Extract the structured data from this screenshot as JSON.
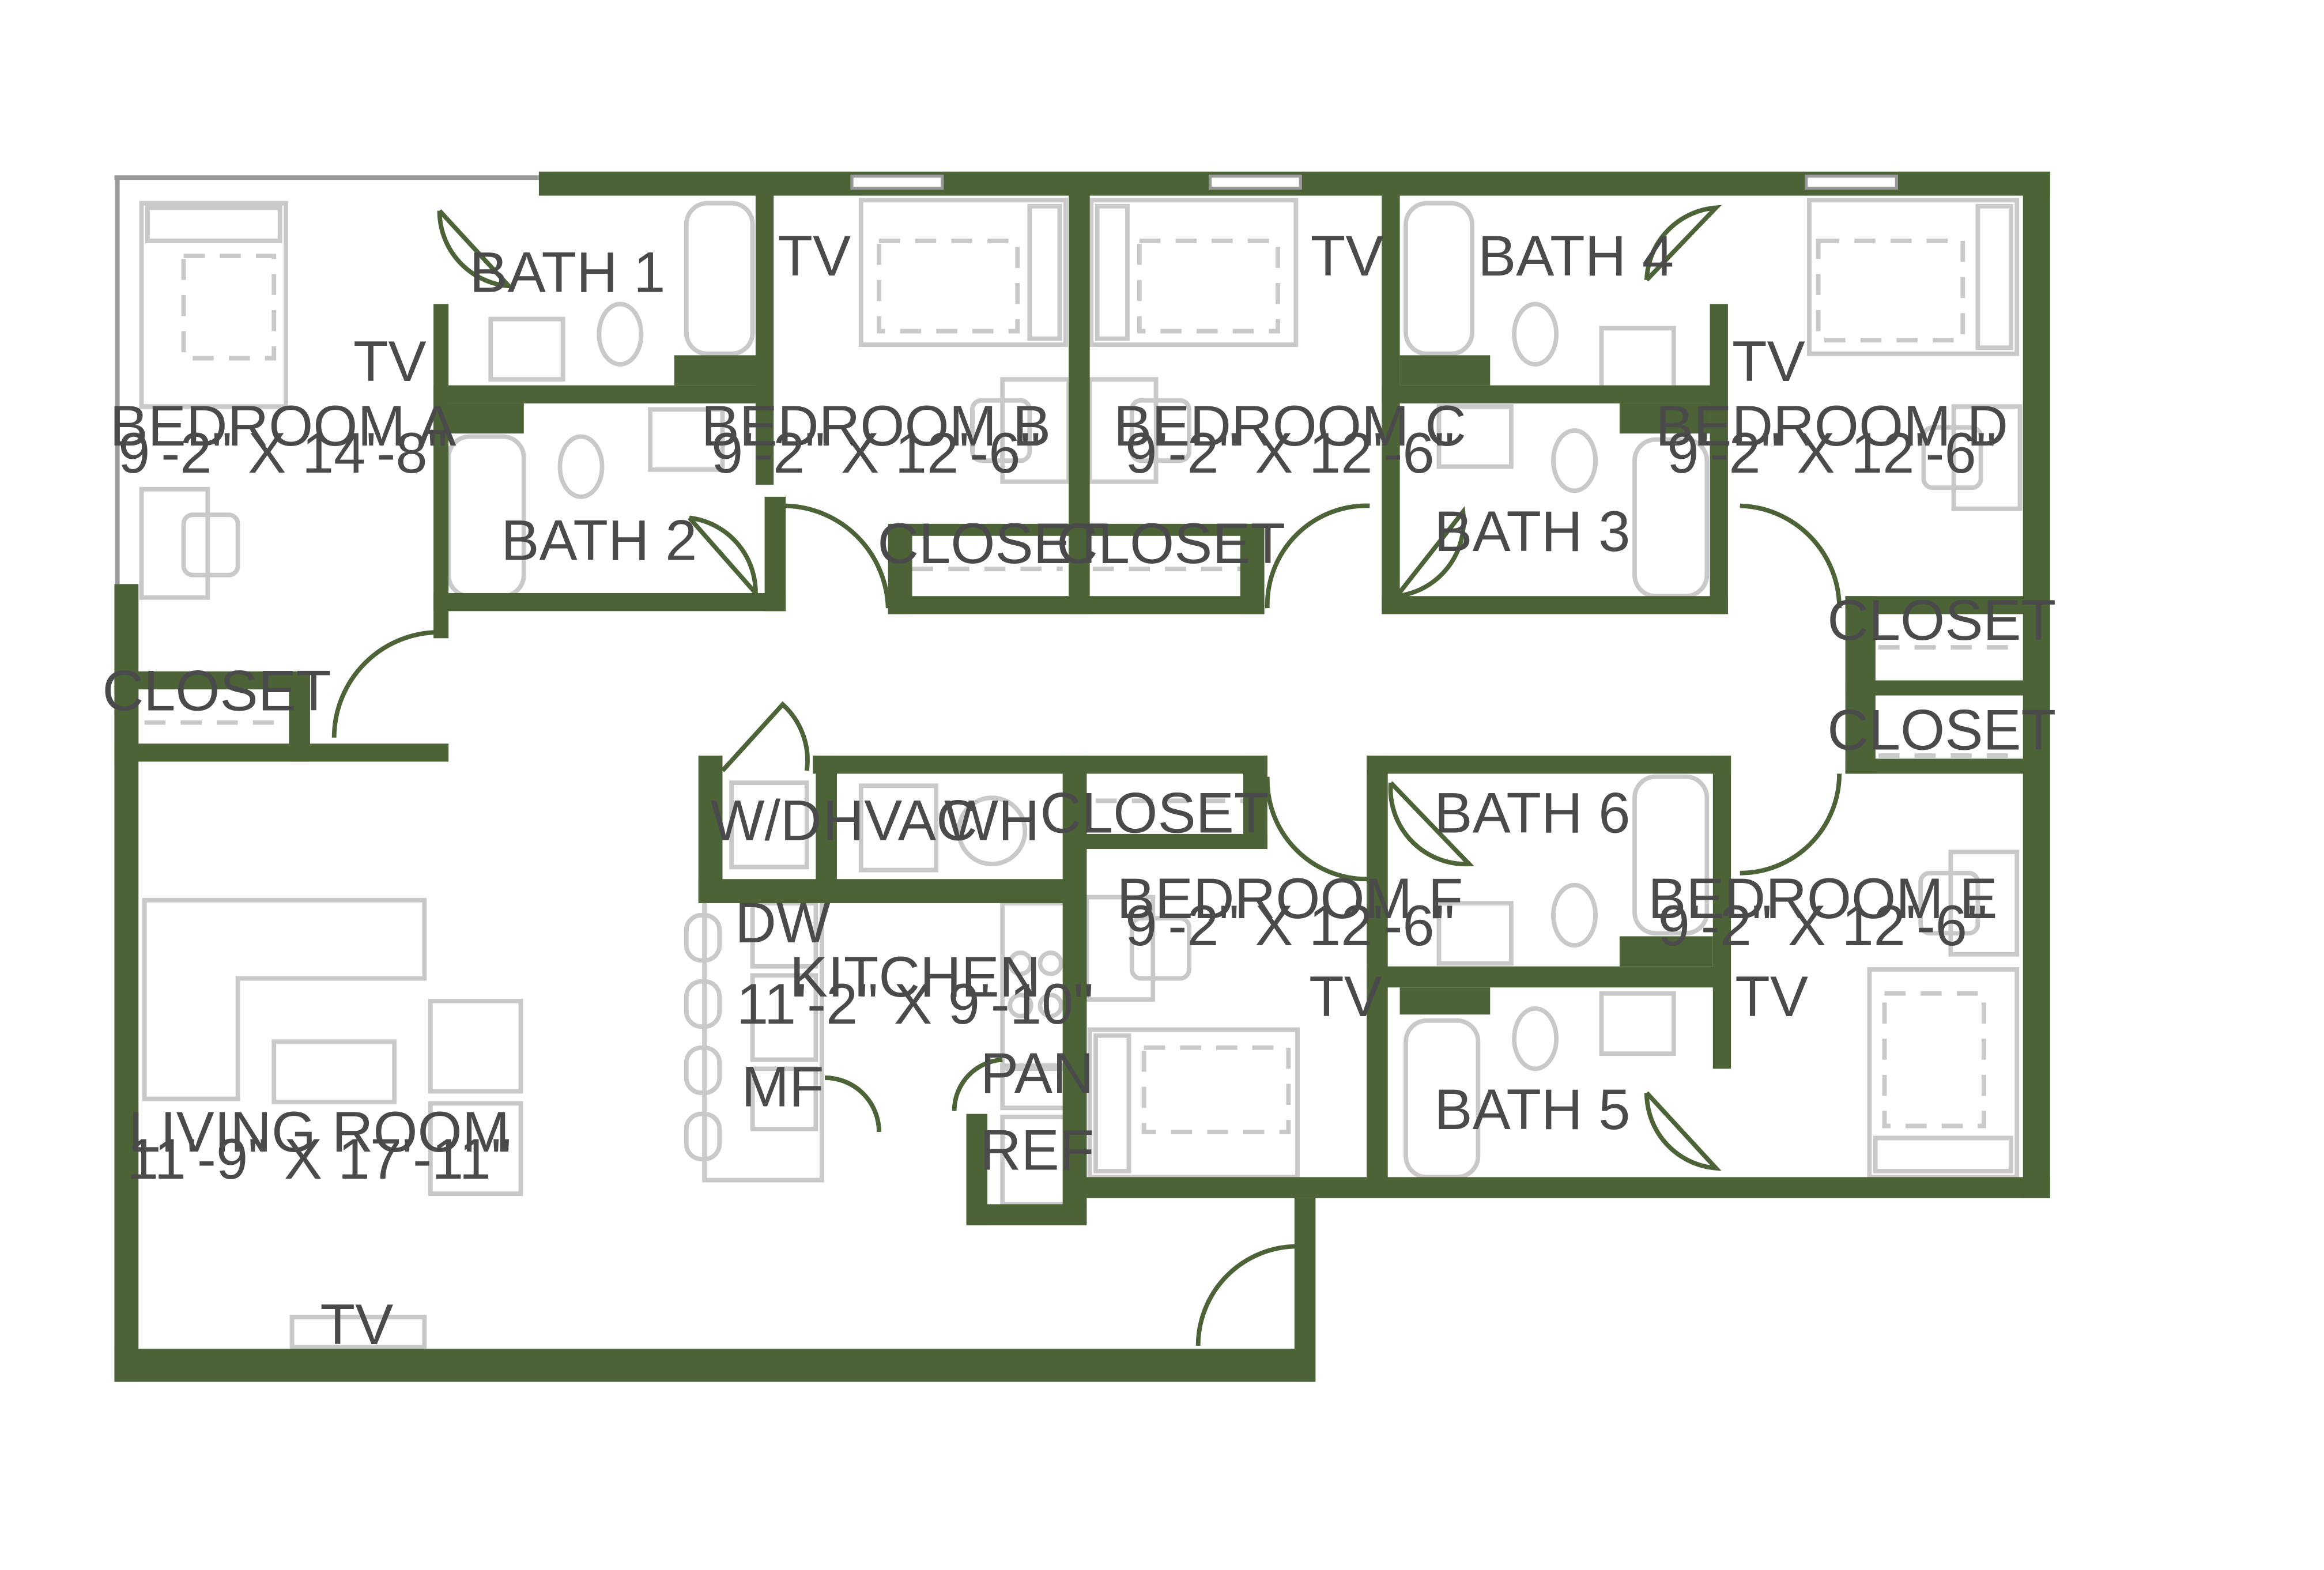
{
  "colors": {
    "wall": "#4c6237",
    "fixture": "#c9c9c9",
    "text": "#4a4a4a"
  },
  "rooms": {
    "bedroom_a": {
      "name": "BEDROOM A",
      "size": "9'-2\" X 14'-8\""
    },
    "bedroom_b": {
      "name": "BEDROOM B",
      "size": "9'-2\" X 12'-6\""
    },
    "bedroom_c": {
      "name": "BEDROOM C",
      "size": "9'-2\" X 12'-6\""
    },
    "bedroom_d": {
      "name": "BEDROOM D",
      "size": "9'-2\" X 12'-6\""
    },
    "bedroom_e": {
      "name": "BEDROOM E",
      "size": "9'-2\" X 12'-6\""
    },
    "bedroom_f": {
      "name": "BEDROOM F",
      "size": "9'-2\" X 12'-6\""
    },
    "living_room": {
      "name": "LIVING ROOM",
      "size": "11'-9\" X 17'-11\""
    },
    "kitchen": {
      "name": "KITCHEN",
      "size": "11'-2\" X 9'-10\""
    }
  },
  "baths": {
    "bath_1": "BATH 1",
    "bath_2": "BATH 2",
    "bath_3": "BATH 3",
    "bath_4": "BATH 4",
    "bath_5": "BATH 5",
    "bath_6": "BATH 6"
  },
  "labels": {
    "closet": "CLOSET",
    "tv": "TV",
    "wd": "W/D",
    "hvac": "HVAC",
    "wh": "WH",
    "dw": "DW",
    "mf": "MF",
    "pan": "PAN",
    "ref": "REF"
  }
}
